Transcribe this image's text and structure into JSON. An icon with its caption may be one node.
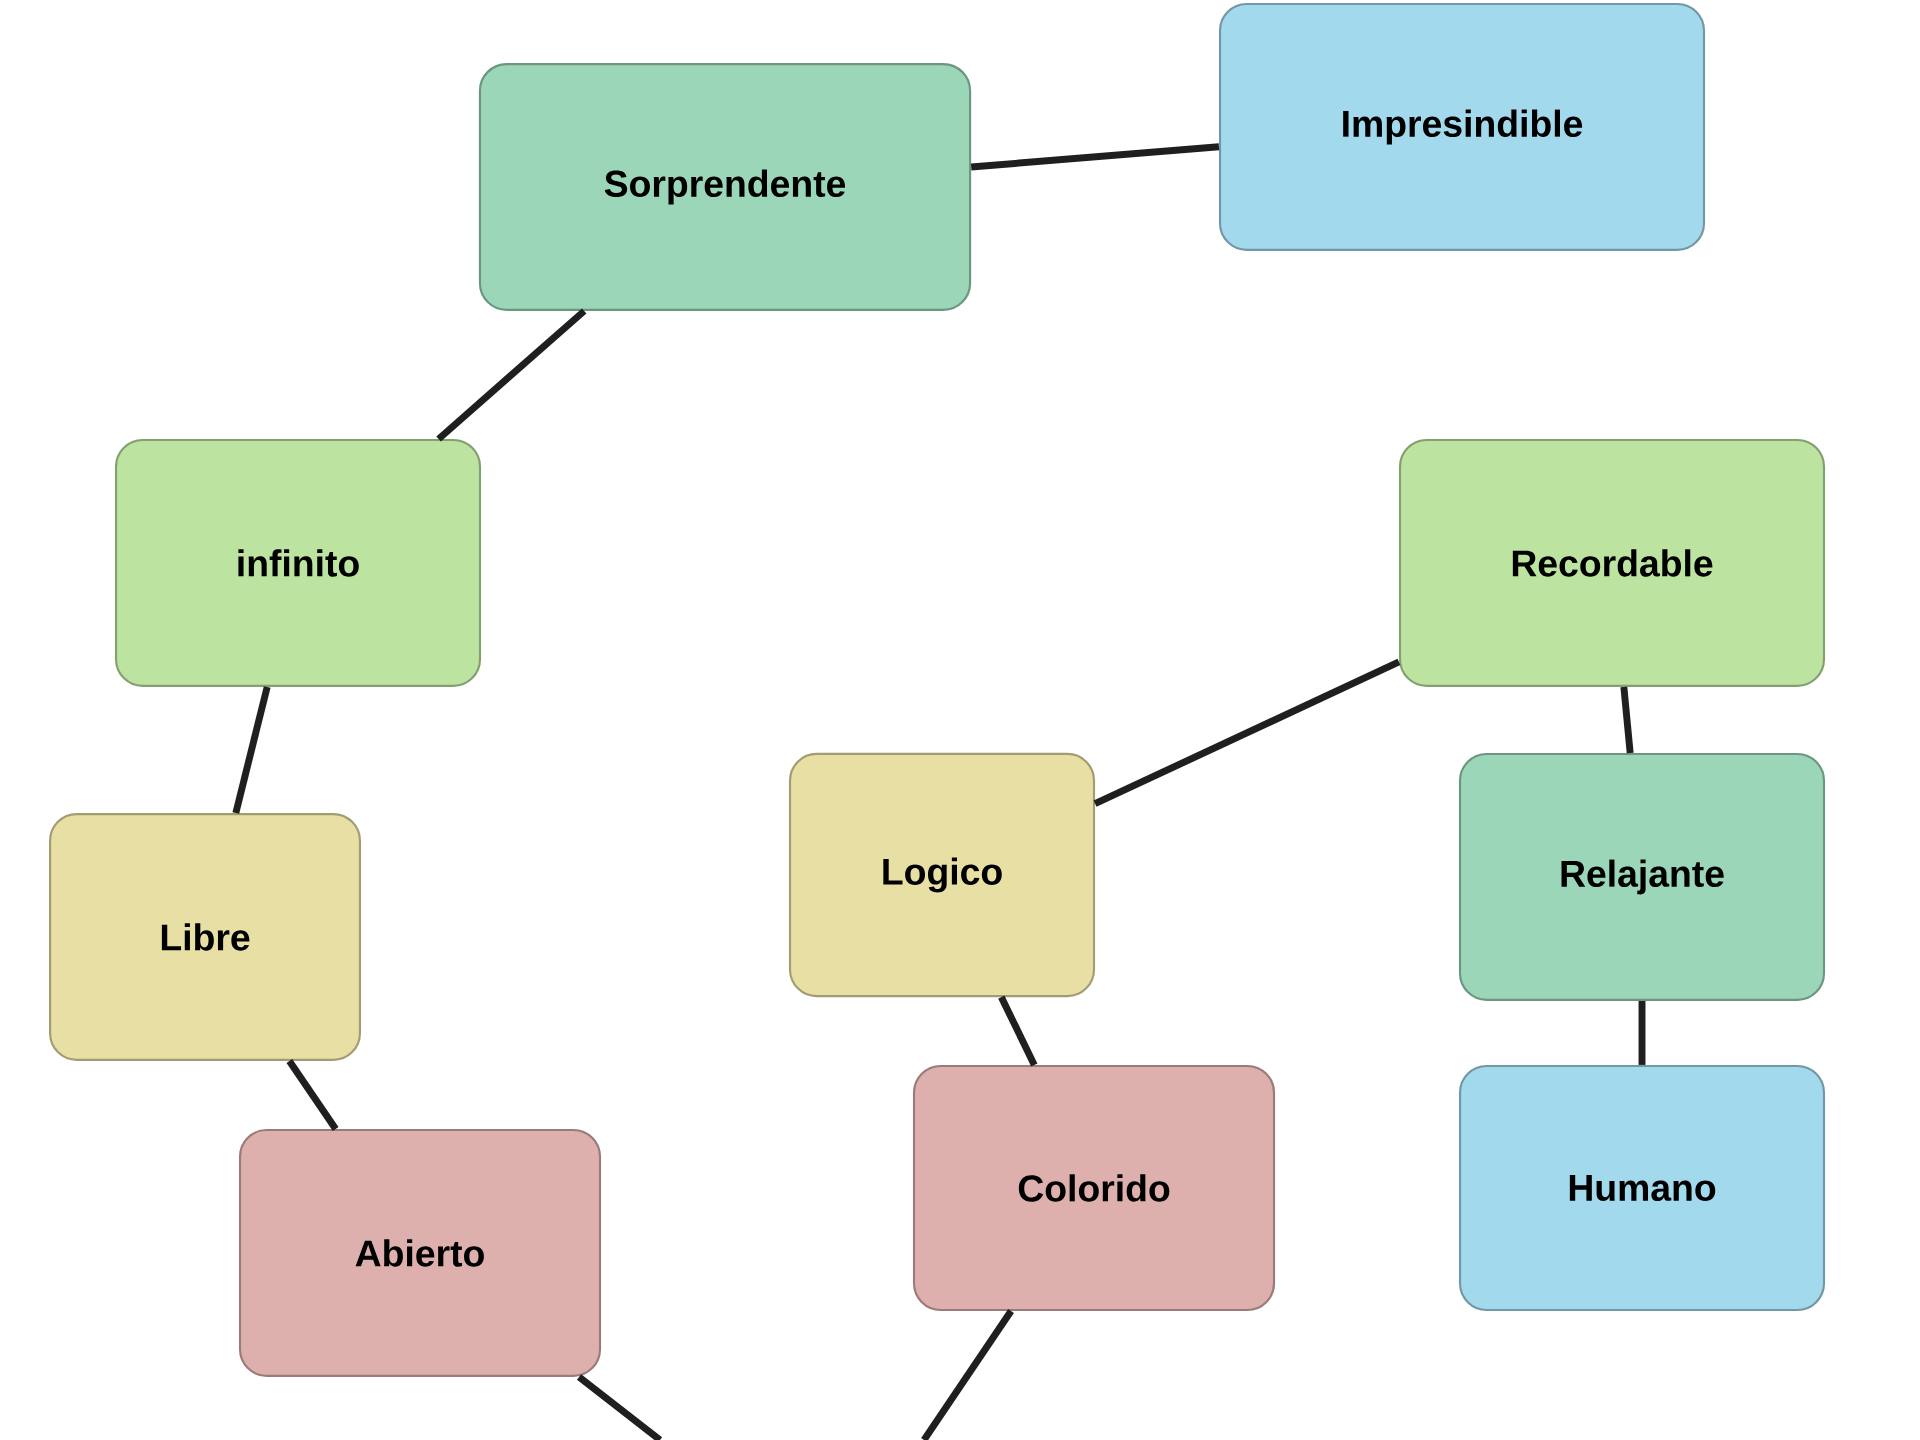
{
  "diagram": {
    "nodes": [
      {
        "text": [
          "Sorprendente"
        ]
      },
      {
        "text": [
          "Impresindible"
        ]
      },
      {
        "text": [
          "infinito"
        ]
      },
      {
        "text": [
          "Recordable"
        ]
      },
      {
        "text": [
          "Logico"
        ]
      },
      {
        "text": [
          "Relajante"
        ]
      },
      {
        "text": [
          "Libre"
        ]
      },
      {
        "text": [
          "Colorido"
        ]
      },
      {
        "text": [
          "Humano"
        ]
      },
      {
        "text": [
          "Abierto"
        ]
      }
    ],
    "edges": [
      {
        "from": 0,
        "to": 1,
        "arrow": "none"
      },
      {
        "from": 0,
        "to": 2,
        "arrow": "none"
      },
      {
        "from": 2,
        "to": 6,
        "arrow": "none"
      },
      {
        "from": 6,
        "to": 9,
        "arrow": "none"
      },
      {
        "from": 9,
        "to": null,
        "arrow": "none"
      },
      {
        "from": 4,
        "to": 3,
        "arrow": "none"
      },
      {
        "from": 3,
        "to": 5,
        "arrow": "none"
      },
      {
        "from": 5,
        "to": 8,
        "arrow": "none"
      },
      {
        "from": 4,
        "to": 7,
        "arrow": "none"
      },
      {
        "from": 7,
        "to": null,
        "arrow": "none"
      }
    ]
  }
}
